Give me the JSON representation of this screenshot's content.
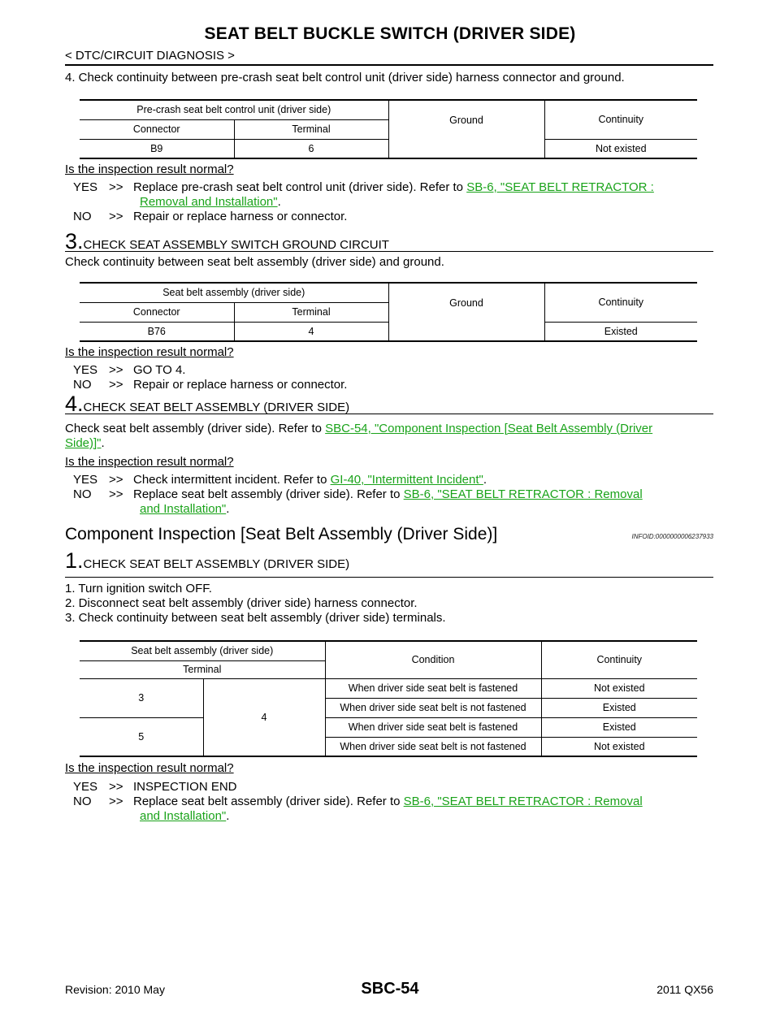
{
  "header": {
    "title": "SEAT BELT BUCKLE SWITCH (DRIVER SIDE)",
    "subtitle": "< DTC/CIRCUIT DIAGNOSIS >"
  },
  "step2_tail": {
    "item4": "4.  Check continuity between pre-crash seat belt control unit (driver side) harness connector and ground.",
    "table": {
      "group": "Pre-crash seat belt control unit (driver side)",
      "col_connector": "Connector",
      "col_terminal": "Terminal",
      "col_ground": "Ground",
      "col_continuity": "Continuity",
      "connector": "B9",
      "terminal": "6",
      "continuity": "Not existed"
    },
    "question": "Is the inspection result normal?",
    "yes_label": "YES",
    "yes_arrow": ">>",
    "yes_text": "Replace pre-crash seat belt control unit (driver side). Refer to ",
    "yes_link_a": "SB-6, \"SEAT BELT RETRACTOR :",
    "yes_link_b": "Removal and Installation\"",
    "yes_end": ".",
    "no_label": "NO",
    "no_arrow": ">>",
    "no_text": "Repair or replace harness or connector."
  },
  "step3": {
    "num": "3.",
    "title": "CHECK SEAT ASSEMBLY SWITCH GROUND CIRCUIT",
    "desc": "Check continuity between seat belt assembly (driver side) and ground.",
    "table": {
      "group": "Seat belt assembly (driver side)",
      "col_connector": "Connector",
      "col_terminal": "Terminal",
      "col_ground": "Ground",
      "col_continuity": "Continuity",
      "connector": "B76",
      "terminal": "4",
      "continuity": "Existed"
    },
    "question": "Is the inspection result normal?",
    "yes_label": "YES",
    "yes_arrow": ">>",
    "yes_text": "GO TO 4.",
    "no_label": "NO",
    "no_arrow": ">>",
    "no_text": "Repair or replace harness or connector."
  },
  "step4": {
    "num": "4.",
    "title": "CHECK SEAT BELT ASSEMBLY (DRIVER SIDE)",
    "desc": "Check seat belt assembly (driver side). Refer to ",
    "link_a": "SBC-54, \"Component Inspection [Seat Belt Assembly (Driver",
    "link_b": "Side)]\"",
    "desc_end": ".",
    "question": "Is the inspection result normal?",
    "yes_label": "YES",
    "yes_arrow": ">>",
    "yes_text": "Check intermittent incident. Refer to ",
    "yes_link": "GI-40, \"Intermittent Incident\"",
    "yes_end": ".",
    "no_label": "NO",
    "no_arrow": ">>",
    "no_text": "Replace seat belt assembly (driver side). Refer to ",
    "no_link_a": "SB-6, \"SEAT BELT RETRACTOR : Removal",
    "no_link_b": "and Installation\"",
    "no_end": "."
  },
  "component": {
    "title": "Component Inspection [Seat Belt Assembly (Driver Side)]",
    "infoid": "INFOID:0000000006237933",
    "step_num": "1.",
    "step_title": "CHECK SEAT BELT ASSEMBLY (DRIVER SIDE)",
    "item1": "1.  Turn ignition switch OFF.",
    "item2": "2.  Disconnect seat belt assembly (driver side) harness connector.",
    "item3": "3.  Check continuity between seat belt assembly (driver side) terminals.",
    "table": {
      "group": "Seat belt assembly (driver side)",
      "col_terminal": "Terminal",
      "col_condition": "Condition",
      "col_continuity": "Continuity",
      "t3": "3",
      "t4": "4",
      "t5": "5",
      "rows": [
        {
          "condition": "When driver side seat belt is fastened",
          "continuity": "Not existed"
        },
        {
          "condition": "When driver side seat belt is not fastened",
          "continuity": "Existed"
        },
        {
          "condition": "When driver side seat belt is fastened",
          "continuity": "Existed"
        },
        {
          "condition": "When driver side seat belt is not fastened",
          "continuity": "Not existed"
        }
      ]
    },
    "question": "Is the inspection result normal?",
    "yes_label": "YES",
    "yes_arrow": ">>",
    "yes_text": "INSPECTION END",
    "no_label": "NO",
    "no_arrow": ">>",
    "no_text": "Replace seat belt assembly (driver side). Refer to ",
    "no_link_a": "SB-6, \"SEAT BELT RETRACTOR : Removal",
    "no_link_b": "and Installation\"",
    "no_end": "."
  },
  "footer": {
    "revision": "Revision: 2010 May",
    "page": "SBC-54",
    "model": "2011 QX56"
  }
}
